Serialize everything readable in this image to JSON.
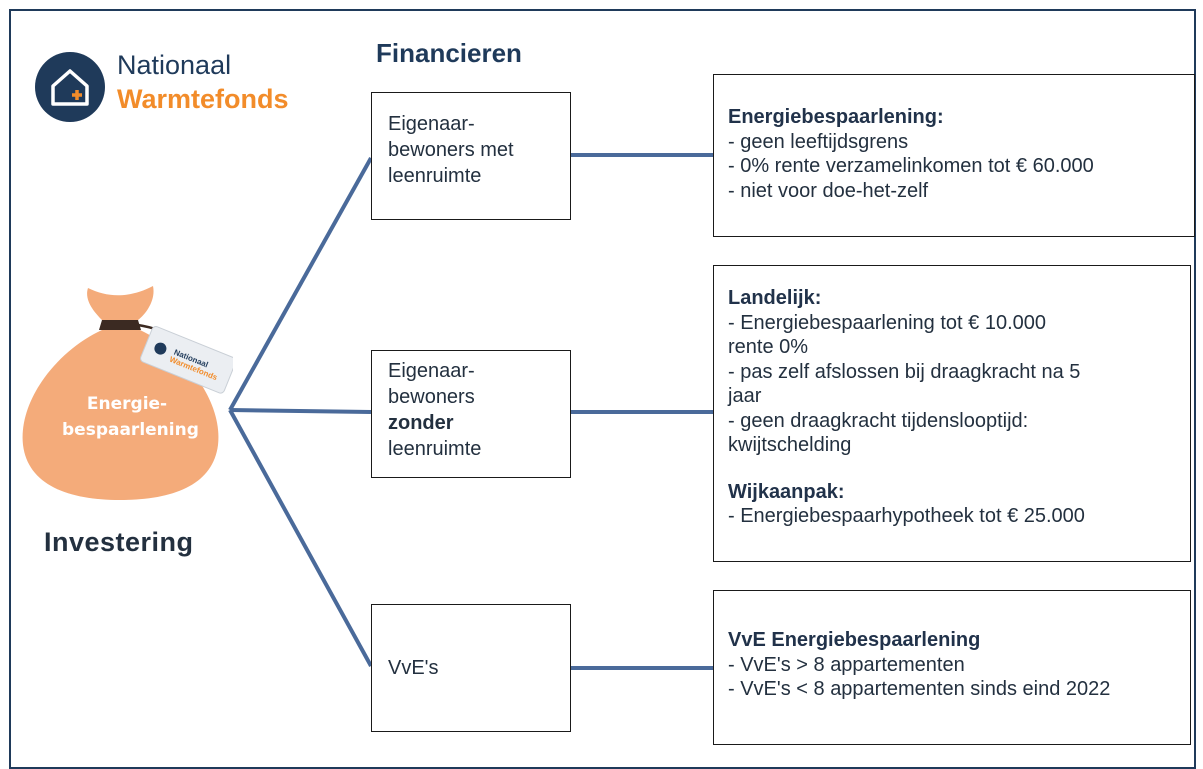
{
  "logo": {
    "line1": "Nationaal",
    "line2": "Warmtefonds"
  },
  "heading": "Financieren",
  "bag": {
    "label_line1": "Energie-",
    "label_line2": "bespaarlening",
    "tag_line1": "Nationaal",
    "tag_line2": "Warmtefonds"
  },
  "investering": "Investering",
  "segments": [
    {
      "lines": [
        "Eigenaar-",
        "bewoners met",
        "leenruimte"
      ]
    },
    {
      "line1": "Eigenaar-",
      "line2": "bewoners",
      "line3_bold": "zonder",
      "line4": "leenruimte"
    },
    {
      "lines": [
        "VvE's"
      ]
    }
  ],
  "info": [
    {
      "title": "Energiebespaarlening:",
      "items": [
        "- geen leeftijdsgrens",
        "- 0% rente verzamelinkomen tot € 60.000",
        "- niet voor doe-het-zelf"
      ]
    },
    {
      "title": "Landelijk:",
      "items": [
        "- Energiebespaarlening tot € 10.000",
        "rente 0%",
        "- pas zelf afslossen bij draagkracht na 5",
        "jaar",
        "- geen draagkracht tijdenslooptijd:",
        "kwijtschelding"
      ],
      "title2": "Wijkaanpak:",
      "items2": [
        "- Energiebespaarhypotheek tot € 25.000"
      ]
    },
    {
      "title": "VvE Energiebespaarlening",
      "items": [
        "- VvE's > 8 appartementen",
        "- VvE's < 8 appartementen sinds eind 2022"
      ]
    }
  ],
  "colors": {
    "navy": "#1f3a5a",
    "orange": "#f28c2a",
    "bag": "#f4ab7a",
    "line": "#4a6a9a"
  }
}
